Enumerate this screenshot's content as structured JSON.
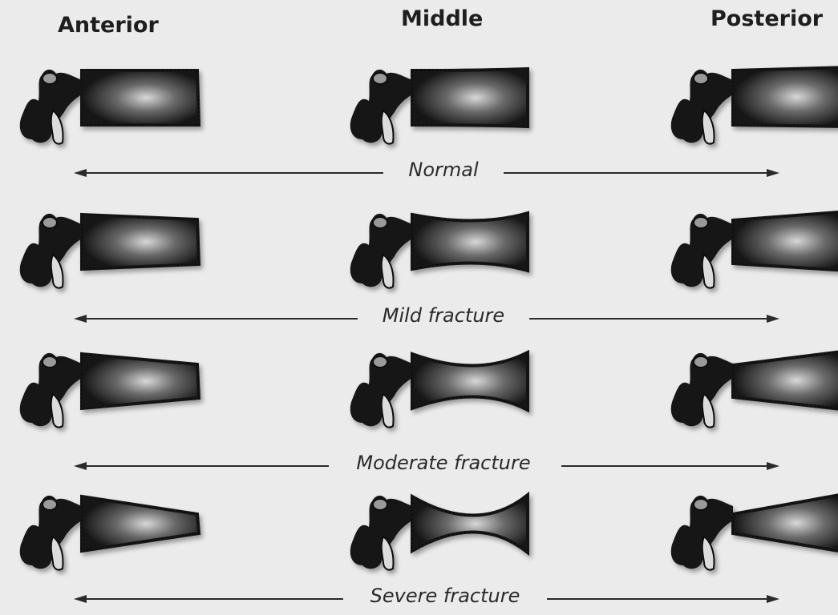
{
  "columns": {
    "anterior": "Anterior",
    "middle": "Middle",
    "posterior": "Posterior"
  },
  "rows": [
    {
      "label": "Normal",
      "severity": "normal"
    },
    {
      "label": "Mild fracture",
      "severity": "mild"
    },
    {
      "label": "Moderate fracture",
      "severity": "moderate"
    },
    {
      "label": "Severe fracture",
      "severity": "severe"
    }
  ],
  "colors": {
    "background": "#ebebeb",
    "bone": "#151515",
    "bone_highlight": "#d8d8d8",
    "arrow": "#2a2a2a"
  }
}
